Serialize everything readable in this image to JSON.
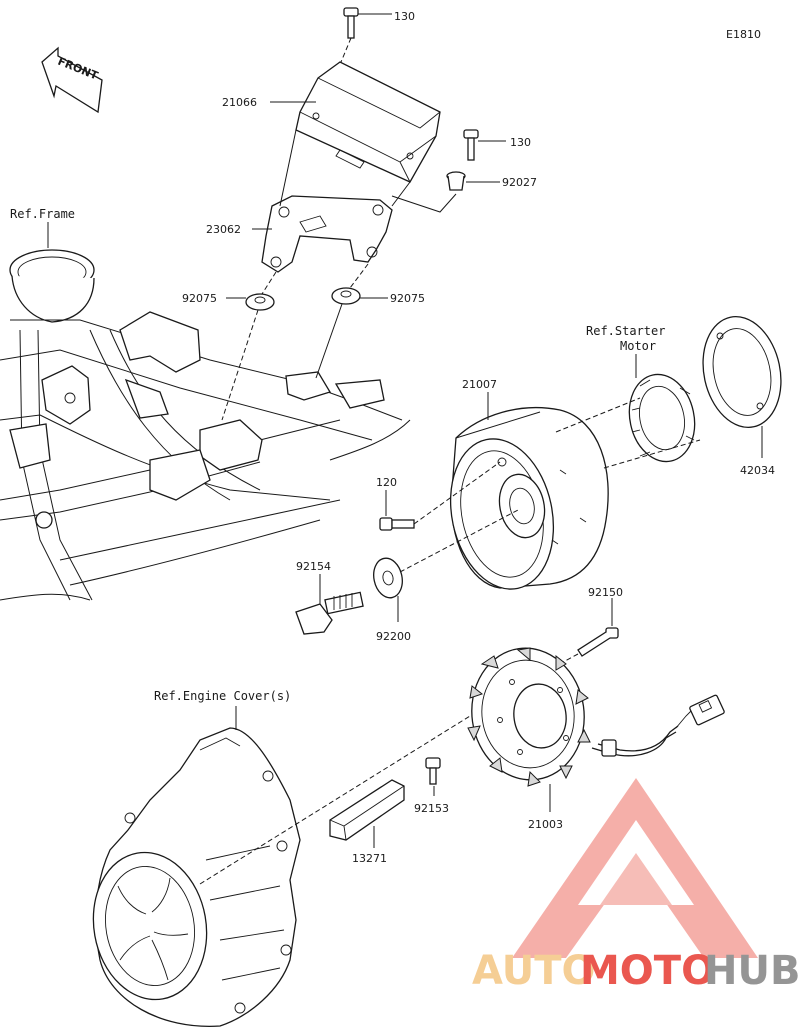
{
  "diagram_code": "E1810",
  "front_label": "FRONT",
  "refs": {
    "frame": "Ref.Frame",
    "starter_motor_1": "Ref.Starter",
    "starter_motor_2": "Motor",
    "engine_cover": "Ref.Engine Cover(s)"
  },
  "parts": {
    "p130_top": "130",
    "p21066": "21066",
    "p130_right": "130",
    "p92027": "92027",
    "p23062": "23062",
    "p92075_left": "92075",
    "p92075_right": "92075",
    "p21007": "21007",
    "p42034": "42034",
    "p120": "120",
    "p92154": "92154",
    "p92200": "92200",
    "p92150": "92150",
    "p92153": "92153",
    "p21003": "21003",
    "p13271": "13271"
  },
  "watermark": {
    "part1": "AUTO",
    "part2": "MOTO",
    "part3": "HUB",
    "color_light": "#f5c98a",
    "color_red": "#e8453c",
    "color_gray": "#8a8a8a"
  }
}
